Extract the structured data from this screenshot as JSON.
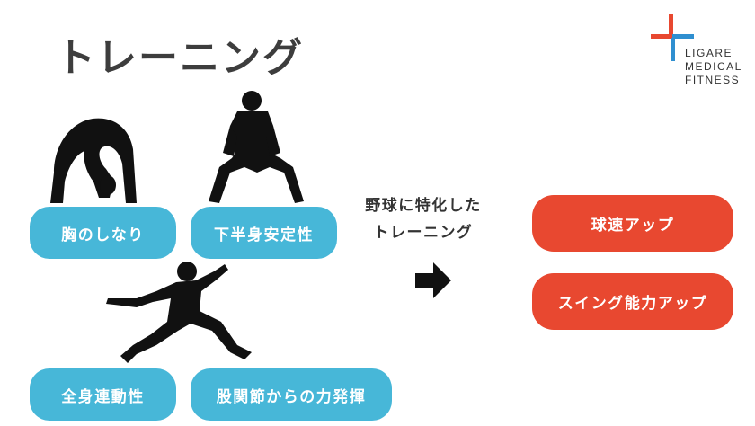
{
  "title": "トレーニング",
  "logo": {
    "lines": [
      "LIGARE",
      "MEDICAL",
      "FITNESS"
    ],
    "colors": {
      "red": "#e84830",
      "blue": "#2f8fd0"
    }
  },
  "features": [
    {
      "label": "胸のしなり"
    },
    {
      "label": "下半身安定性"
    },
    {
      "label": "全身連動性"
    },
    {
      "label": "股関節からの力発揮"
    }
  ],
  "center": {
    "lines": [
      "野球に特化した",
      "トレーニング"
    ]
  },
  "arrow_icon": "arrow-right-icon",
  "results": [
    {
      "label": "球速アップ"
    },
    {
      "label": "スイング能力アップ"
    }
  ],
  "colors": {
    "pill_blue": "#47b7d8",
    "pill_red": "#e84830",
    "silhouette": "#111111",
    "title": "#3d3d3d"
  }
}
